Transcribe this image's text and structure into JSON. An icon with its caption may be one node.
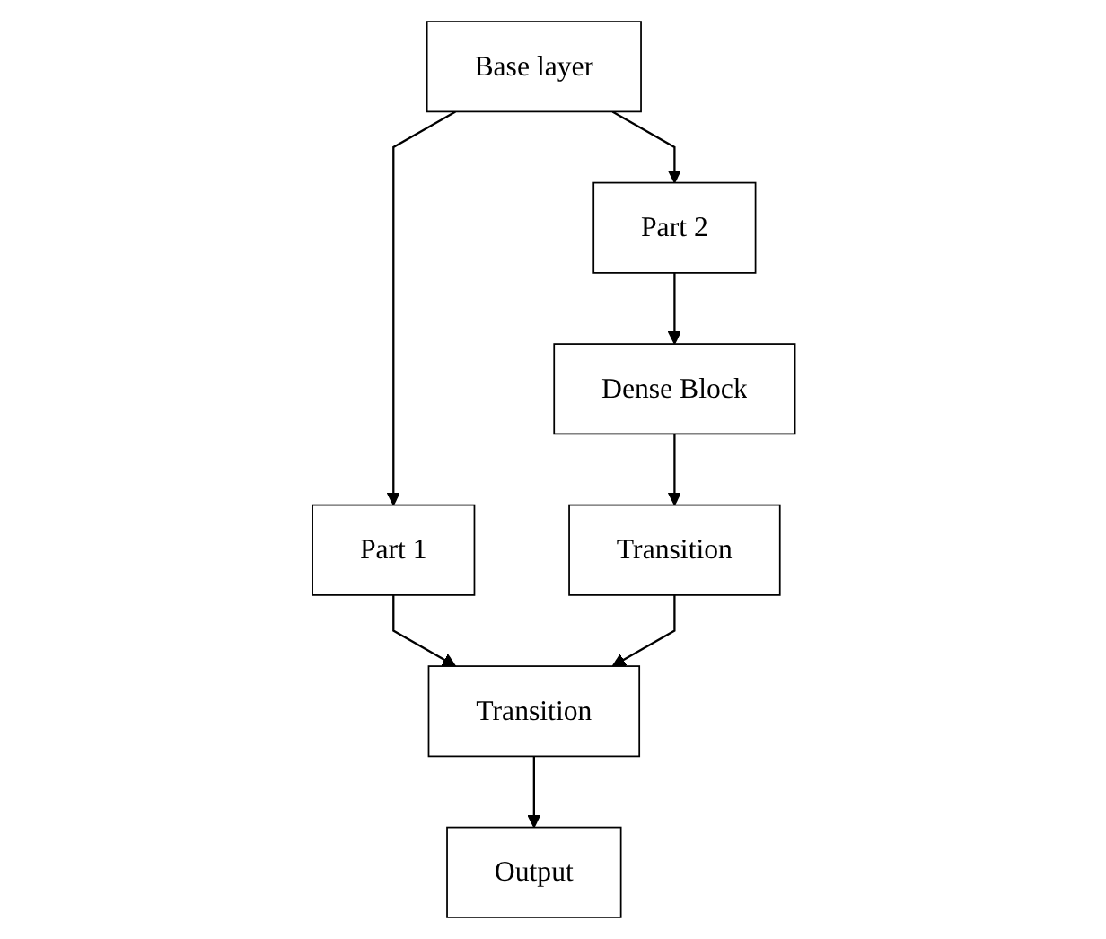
{
  "diagram": {
    "nodes": [
      {
        "text": [
          "Base layer"
        ]
      },
      {
        "text": [
          "Part 1"
        ]
      },
      {
        "text": [
          "Part 2"
        ]
      },
      {
        "text": [
          "Dense Block"
        ]
      },
      {
        "text": [
          "Transition"
        ]
      },
      {
        "text": [
          "Transition"
        ]
      },
      {
        "text": [
          "Output"
        ]
      }
    ],
    "edges": [
      {
        "from": 0,
        "to": 1,
        "arrow": "to"
      },
      {
        "from": 0,
        "to": 2,
        "arrow": "to"
      },
      {
        "from": 1,
        "to": 4,
        "arrow": "to"
      },
      {
        "from": 2,
        "to": 3,
        "arrow": "to"
      },
      {
        "from": 3,
        "to": 5,
        "arrow": "to"
      },
      {
        "from": 5,
        "to": 4,
        "arrow": "to"
      },
      {
        "from": 4,
        "to": 6,
        "arrow": "to"
      }
    ]
  }
}
